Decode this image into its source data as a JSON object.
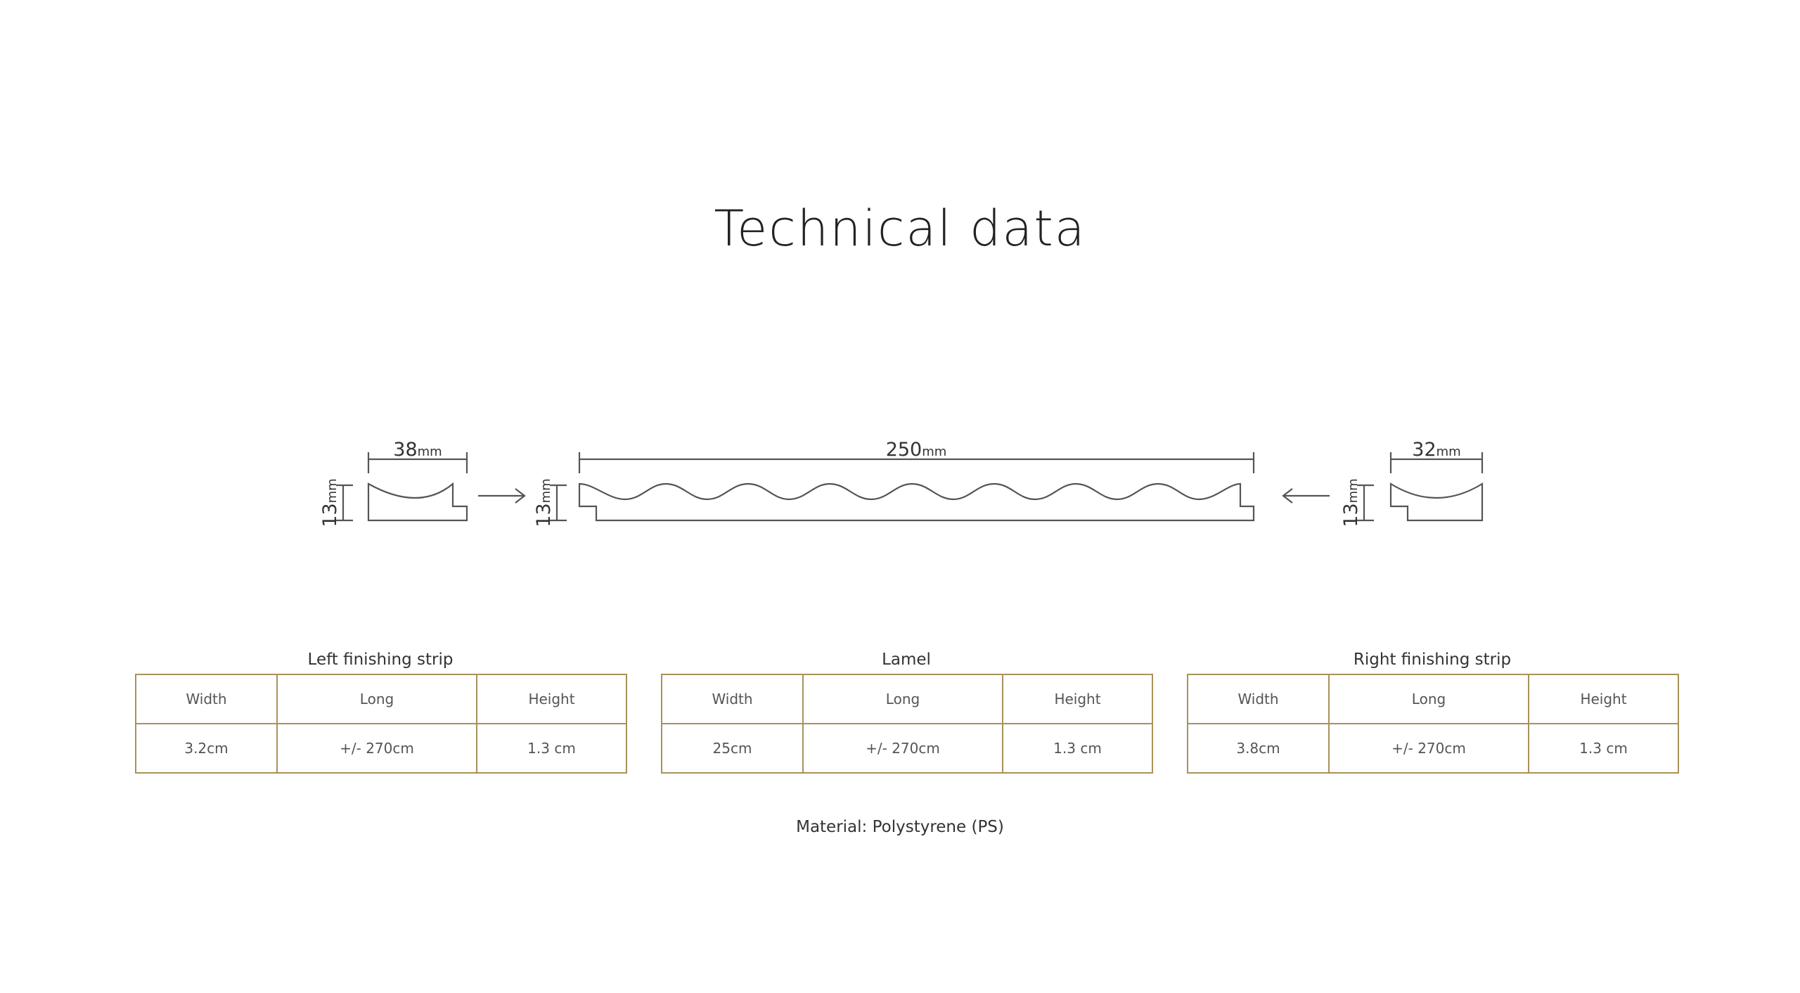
{
  "title": "Technical data",
  "profiles": {
    "left": {
      "width": "38",
      "width_unit": "mm",
      "height": "13",
      "height_unit": "mm"
    },
    "lamel": {
      "width": "250",
      "width_unit": "mm",
      "height": "13",
      "height_unit": "mm"
    },
    "right": {
      "width": "32",
      "width_unit": "mm",
      "height": "13",
      "height_unit": "mm"
    },
    "arrows": [
      "arrow-right-icon",
      "arrow-left-icon"
    ],
    "stroke_color": "#555555"
  },
  "tables": [
    {
      "title": "Left finishing strip",
      "headers": [
        "Width",
        "Long",
        "Height"
      ],
      "values": [
        "3.2cm",
        "+/- 270cm",
        "1.3 cm"
      ]
    },
    {
      "title": "Lamel",
      "headers": [
        "Width",
        "Long",
        "Height"
      ],
      "values": [
        "25cm",
        "+/- 270cm",
        "1.3 cm"
      ]
    },
    {
      "title": "Right finishing strip",
      "headers": [
        "Width",
        "Long",
        "Height"
      ],
      "values": [
        "3.8cm",
        "+/- 270cm",
        "1.3 cm"
      ]
    }
  ],
  "material": "Material: Polystyrene (PS)",
  "colors": {
    "table_border": "#a8925a",
    "text": "#222222"
  }
}
